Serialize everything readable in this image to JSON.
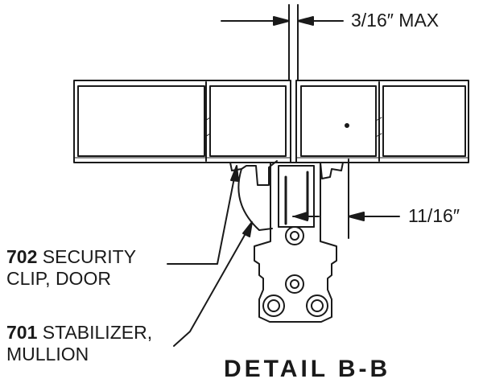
{
  "dimensions": {
    "gap": "3/16″ MAX",
    "offset": "11/16″"
  },
  "callouts": [
    {
      "number": "702",
      "line1": "SECURITY",
      "line2": "CLIP, DOOR"
    },
    {
      "number": "701",
      "line1": "STABILIZER,",
      "line2": "MULLION"
    }
  ],
  "title": "DETAIL B-B"
}
